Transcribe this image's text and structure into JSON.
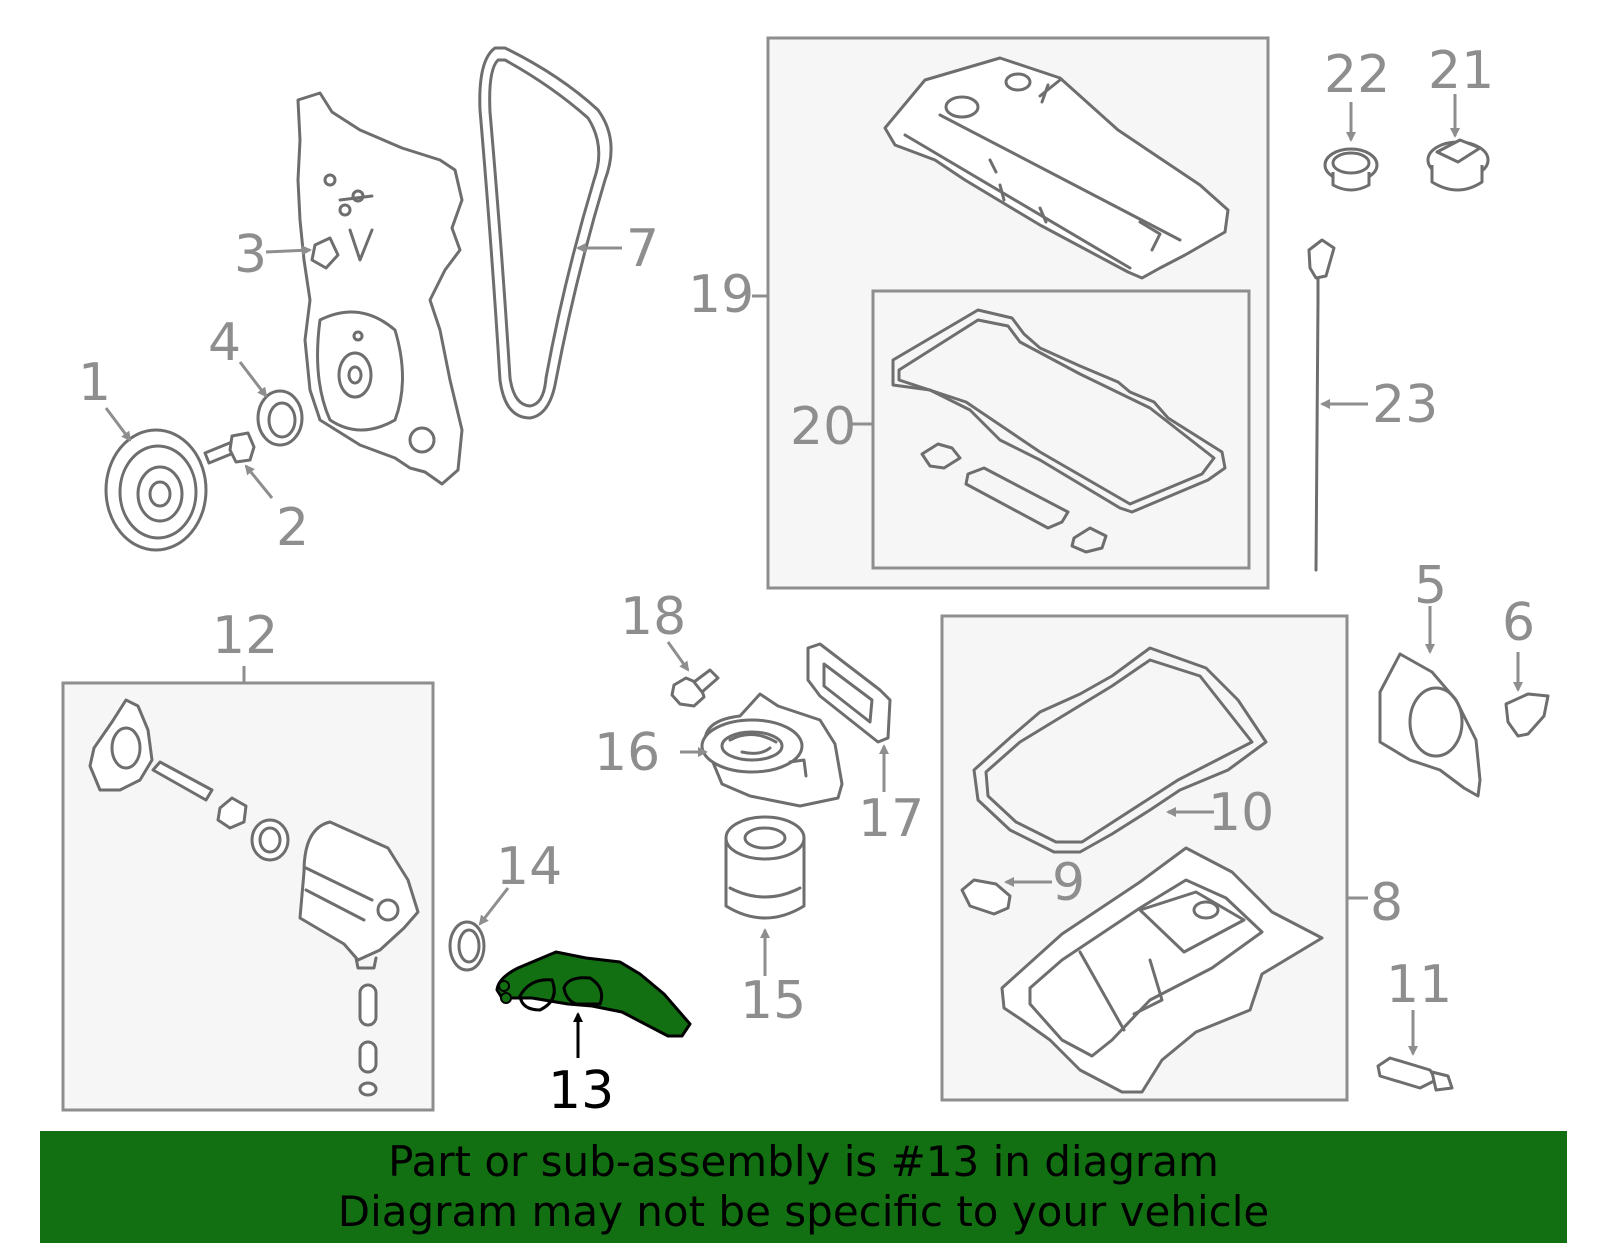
{
  "labels": {
    "p1": "1",
    "p2": "2",
    "p3": "3",
    "p4": "4",
    "p5": "5",
    "p6": "6",
    "p7": "7",
    "p8": "8",
    "p9": "9",
    "p10": "10",
    "p11": "11",
    "p12": "12",
    "p13": "13",
    "p14": "14",
    "p15": "15",
    "p16": "16",
    "p17": "17",
    "p18": "18",
    "p19": "19",
    "p20": "20",
    "p21": "21",
    "p22": "22",
    "p23": "23"
  },
  "highlight": {
    "part": "13",
    "color": "#127012"
  },
  "footer": {
    "line1": "Part or sub-assembly is #13 in diagram",
    "line2": "Diagram may not be specific to your vehicle"
  }
}
